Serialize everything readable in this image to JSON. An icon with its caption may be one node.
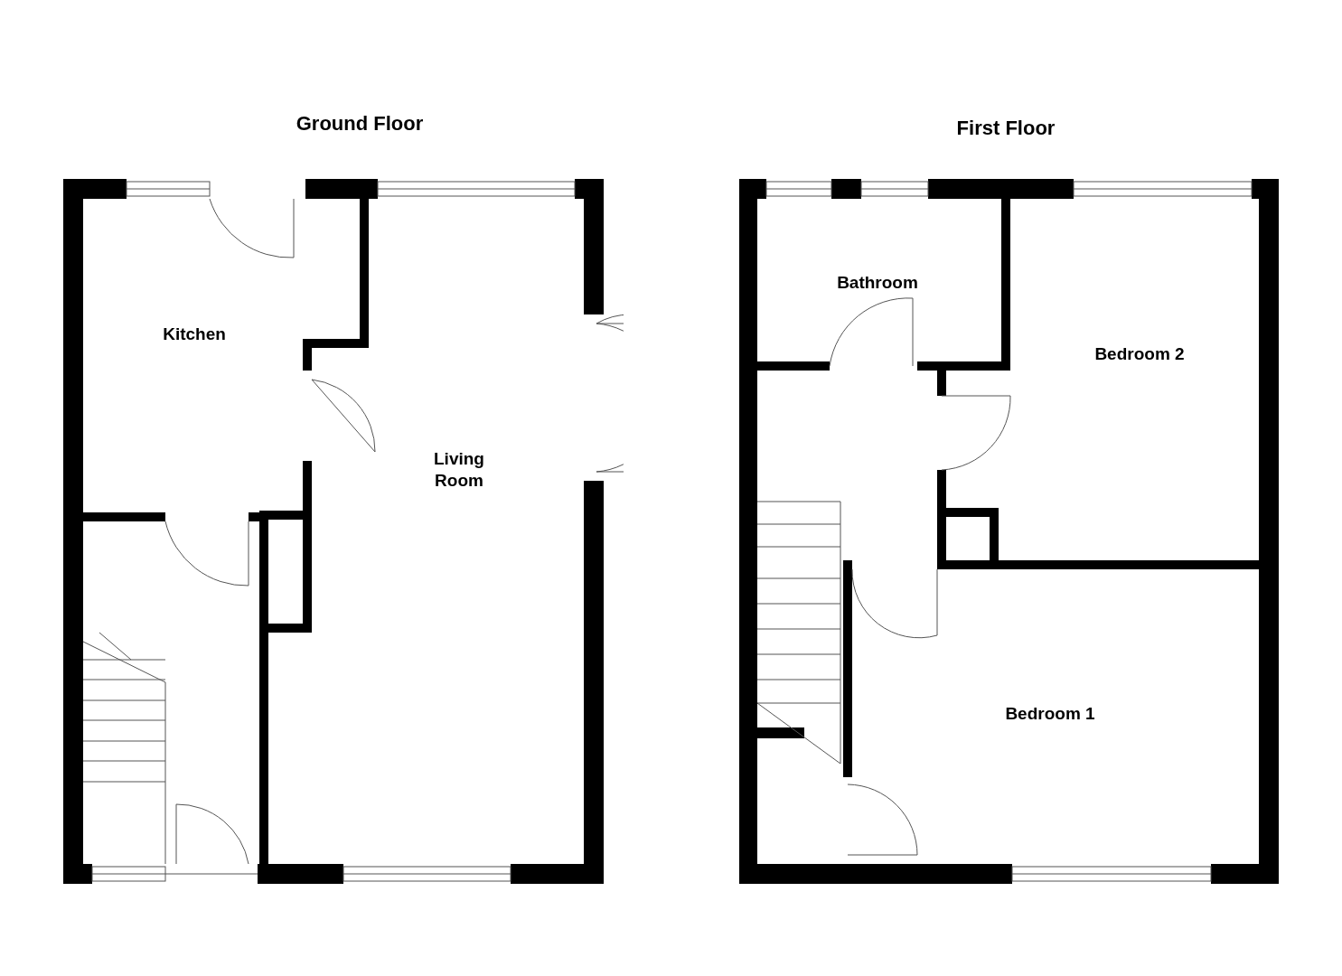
{
  "diagram": {
    "nodes": [
      {
        "text": [
          "Ground Floor"
        ]
      },
      {
        "text": [
          "Kitchen"
        ],
        "in": 0
      },
      {
        "text": [
          "Living Room"
        ],
        "in": 0
      },
      {
        "text": [
          "First Floor"
        ]
      },
      {
        "text": [
          "Bathroom"
        ],
        "in": 3
      },
      {
        "text": [
          "Bedroom 2"
        ],
        "in": 3
      },
      {
        "text": [
          "Bedroom 1"
        ],
        "in": 3
      }
    ]
  }
}
